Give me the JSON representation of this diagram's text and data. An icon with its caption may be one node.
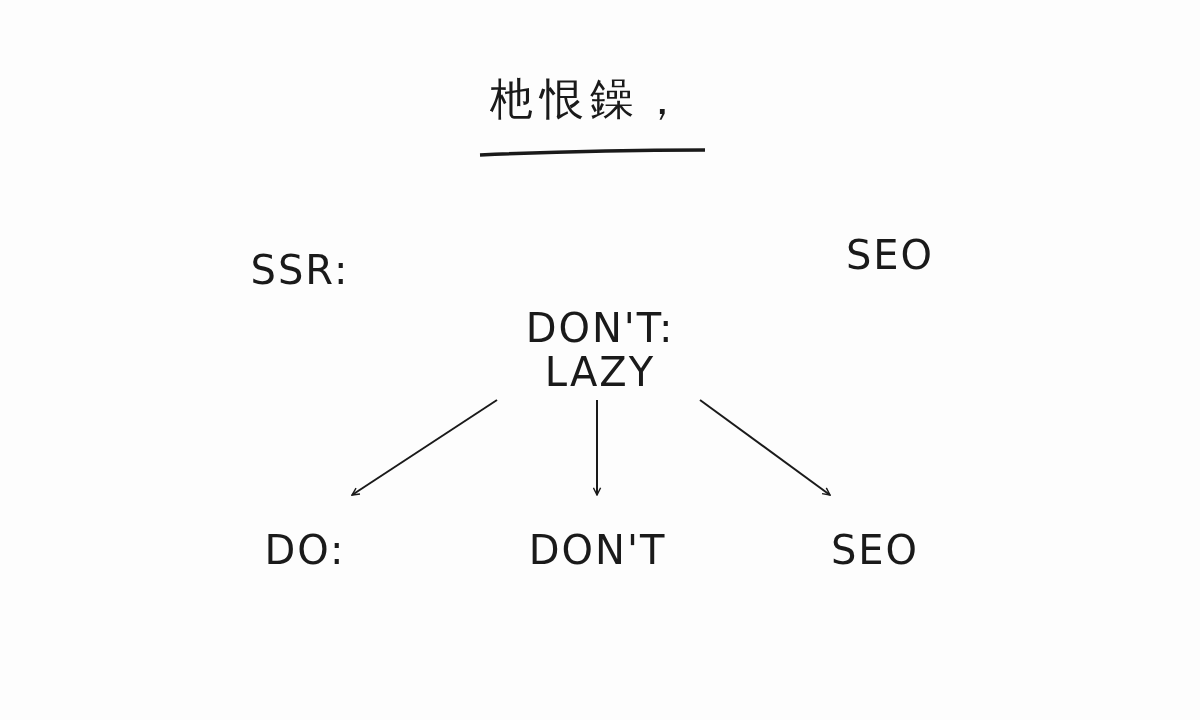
{
  "diagram": {
    "title": "杝恨鐰，",
    "nodes": [
      {
        "text": [
          "SSR:"
        ]
      },
      {
        "text": [
          "SEO"
        ]
      },
      {
        "text": [
          "DON'T: LAZY"
        ]
      },
      {
        "text": [
          "DO:"
        ]
      },
      {
        "text": [
          "DON'T"
        ]
      },
      {
        "text": [
          "SEO"
        ]
      }
    ],
    "edges": [
      {
        "from": 2,
        "to": 3,
        "arrow": "to"
      },
      {
        "from": 2,
        "to": 4,
        "arrow": "to"
      },
      {
        "from": 2,
        "to": 5,
        "arrow": "to"
      }
    ]
  }
}
